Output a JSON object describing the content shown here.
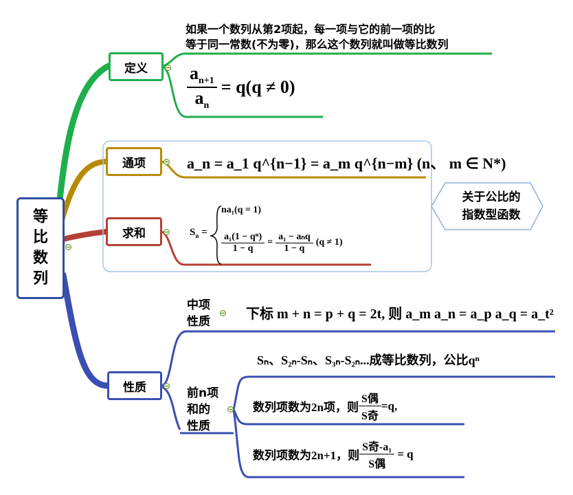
{
  "root": {
    "chars": [
      "等",
      "比",
      "数",
      "列"
    ]
  },
  "definition": {
    "label": "定义",
    "line1": "如果一个数列从第2项起，每一项与它的前一项的比",
    "line2": "等于同一常数(不为零)，那么这个数列就叫做等比数列",
    "formula_num": "a",
    "formula_num_sub": "n+1",
    "formula_den": "a",
    "formula_den_sub": "n",
    "formula_rhs": "= q(q ≠ 0)"
  },
  "general_term": {
    "label": "通项",
    "formula": "a_n = a_1 q^{n−1} = a_m q^{n−m} (n、 m ∈ N*)"
  },
  "sum": {
    "label": "求和",
    "lhs": "S",
    "lhs_sub": "n",
    "case1": "na₁(q = 1)",
    "case2_num": "a₁(1 − qⁿ)",
    "case2_den": "1 − q",
    "case2_num2": "a₁ − aₙq",
    "case2_den2": "1 − q",
    "case2_cond": "(q ≠ 1)"
  },
  "callout": {
    "line1": "关于公比的",
    "line2": "指数型函数"
  },
  "properties": {
    "label": "性质",
    "middle_label_1": "中项",
    "middle_label_2": "性质",
    "middle_formula_prefix": "下标",
    "middle_formula": "m + n = p + q = 2t, 则 a_m a_n = a_p a_q = a_t²",
    "partial_label_1": "前n项",
    "partial_label_2": "和的",
    "partial_label_3": "性质",
    "partial_top": "Sₙ、S₂ₙ-Sₙ、S₃ₙ-S₂ₙ...成等比数列，公比qⁿ",
    "even_text": "数列项数为2n项，则",
    "even_num": "S偶",
    "even_den": "S奇",
    "even_rhs": "=q,",
    "odd_text": "数列项数为2n+1，则",
    "odd_num": "S奇-a₁",
    "odd_den": "S偶",
    "odd_rhs": "= q"
  },
  "colors": {
    "definition": "#1fae4c",
    "general_term": "#b88a00",
    "sum": "#b54035",
    "properties": "#3b4fb1",
    "root": "#2e4fa0"
  }
}
